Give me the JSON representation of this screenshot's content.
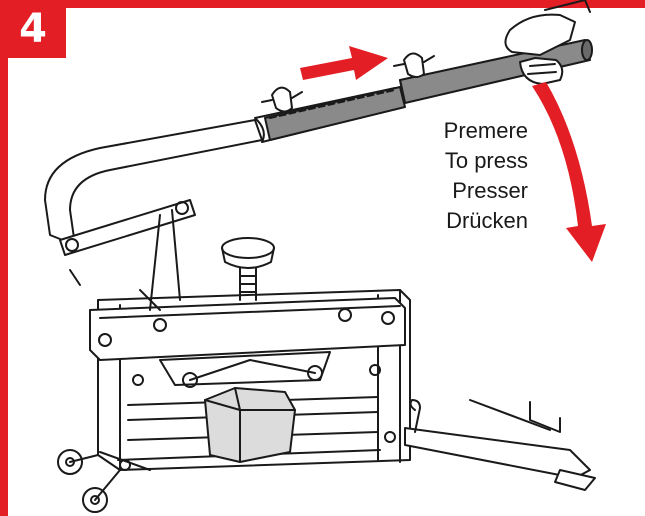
{
  "step": {
    "number": "4"
  },
  "instruction": {
    "labels": [
      "Premere",
      "To press",
      "Presser",
      "Drücken"
    ]
  },
  "colors": {
    "accent": "#e31e24",
    "line": "#1a1a1a",
    "handle_fill": "#8a8a8a"
  },
  "icons": [
    "push-arrow-icon",
    "press-down-arrow-icon"
  ]
}
